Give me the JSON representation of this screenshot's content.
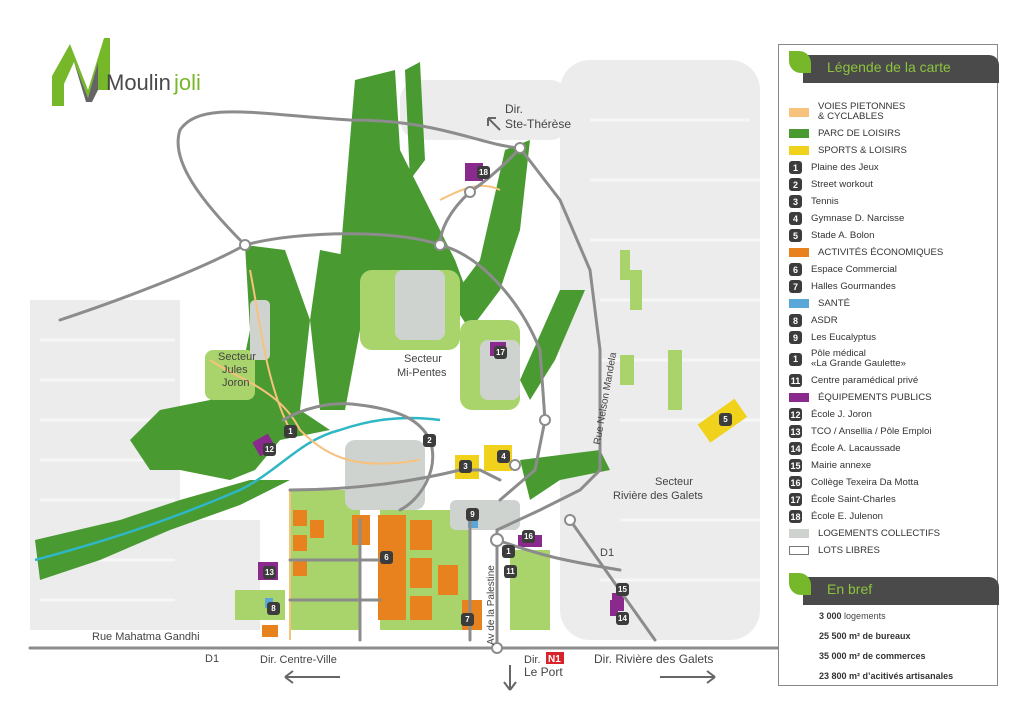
{
  "logo": {
    "word1": "Moulin",
    "word2": "joli",
    "brand_green": "#76b82a",
    "brand_gray": "#4a4a4a"
  },
  "colors": {
    "pedestrian": "#f6c27c",
    "park": "#4a9a32",
    "sports": "#f0d21c",
    "economic": "#e8821e",
    "health": "#5aa8d8",
    "public": "#8a2a8c",
    "collective": "#cfd3d0",
    "river": "#2fb7c5",
    "road": "#8c8c8c"
  },
  "map_labels": {
    "dir_ste_therese_1": "Dir.",
    "dir_ste_therese_2": "Ste-Thérèse",
    "secteur_jj_1": "Secteur",
    "secteur_jj_2": "Jules",
    "secteur_jj_3": "Joron",
    "secteur_mp_1": "Secteur",
    "secteur_mp_2": "Mi-Pentes",
    "rue_mandela": "Rue Nelson Mandela",
    "secteur_rg_1": "Secteur",
    "secteur_rg_2": "Rivière des Galets",
    "d1_east": "D1",
    "d1_west": "D1",
    "rue_gandhi": "Rue Mahatma Gandhi",
    "dir_centre": "Dir. Centre-Ville",
    "av_palestine": "Av de la Palestine",
    "dir_leport_1": "Dir.",
    "n1": "N1",
    "dir_leport_2": "Le Port",
    "dir_riviere": "Dir. Rivière des Galets"
  },
  "markers": [
    "1",
    "2",
    "3",
    "4",
    "5",
    "6",
    "7",
    "8",
    "9",
    "1",
    "11",
    "12",
    "13",
    "14",
    "15",
    "16",
    "17",
    "18"
  ],
  "legend": {
    "title": "Légende de la carte",
    "items": [
      {
        "kind": "swatch",
        "color": "#f6c27c",
        "label": "VOIES PIETONNES",
        "label2": "& CYCLABLES"
      },
      {
        "kind": "swatch",
        "color": "#4a9a32",
        "label": "PARC DE LOISIRS"
      },
      {
        "kind": "swatch",
        "color": "#f0d21c",
        "label": "SPORTS & LOISIRS"
      },
      {
        "kind": "num",
        "num": "1",
        "label": "Plaine des Jeux"
      },
      {
        "kind": "num",
        "num": "2",
        "label": "Street workout"
      },
      {
        "kind": "num",
        "num": "3",
        "label": "Tennis"
      },
      {
        "kind": "num",
        "num": "4",
        "label": "Gymnase D. Narcisse"
      },
      {
        "kind": "num",
        "num": "5",
        "label": "Stade A. Bolon"
      },
      {
        "kind": "swatch",
        "color": "#e8821e",
        "label": "ACTIVITÉS ÉCONOMIQUES"
      },
      {
        "kind": "num",
        "num": "6",
        "label": "Espace Commercial"
      },
      {
        "kind": "num",
        "num": "7",
        "label": "Halles Gourmandes"
      },
      {
        "kind": "swatch",
        "color": "#5aa8d8",
        "label": "SANTÉ"
      },
      {
        "kind": "num",
        "num": "8",
        "label": "ASDR"
      },
      {
        "kind": "num",
        "num": "9",
        "label": "Les Eucalyptus"
      },
      {
        "kind": "num",
        "num": "1",
        "label": "Pôle médical",
        "label2": "«La Grande Gaulette»"
      },
      {
        "kind": "num",
        "num": "11",
        "label": "Centre paramédical privé"
      },
      {
        "kind": "swatch",
        "color": "#8a2a8c",
        "label": "ÉQUIPEMENTS PUBLICS"
      },
      {
        "kind": "num",
        "num": "12",
        "label": "École J. Joron"
      },
      {
        "kind": "num",
        "num": "13",
        "label": "TCO / Ansellia / Pôle Emploi"
      },
      {
        "kind": "num",
        "num": "14",
        "label": "École A. Lacaussade"
      },
      {
        "kind": "num",
        "num": "15",
        "label": "Mairie annexe"
      },
      {
        "kind": "num",
        "num": "16",
        "label": "Collège Texeira Da Motta"
      },
      {
        "kind": "num",
        "num": "17",
        "label": "École Saint-Charles"
      },
      {
        "kind": "num",
        "num": "18",
        "label": "École E. Julenon"
      },
      {
        "kind": "swatch",
        "color": "#cfd3d0",
        "label": "LOGEMENTS COLLECTIFS"
      },
      {
        "kind": "outline",
        "color": "#ffffff",
        "label": "LOTS LIBRES"
      }
    ],
    "bref_title": "En bref",
    "stats": [
      {
        "value": "3 000",
        "text": "logements"
      },
      {
        "value": "25 500 m² de bureaux",
        "text": ""
      },
      {
        "value": "35 000 m² de commerces",
        "text": ""
      },
      {
        "value": "23 800 m² d’acitivés artisanales",
        "text": ""
      }
    ]
  }
}
